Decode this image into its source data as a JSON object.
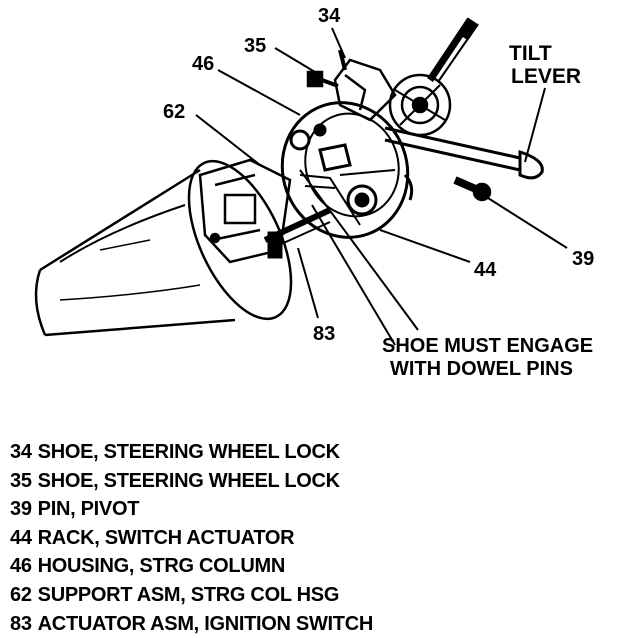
{
  "callouts": {
    "c34": "34",
    "c35": "35",
    "c46": "46",
    "c62": "62",
    "c83": "83",
    "c44": "44",
    "c39": "39"
  },
  "notes": {
    "tilt_line1": "TILT",
    "tilt_line2": "LEVER",
    "shoe_line1": "SHOE MUST ENGAGE",
    "shoe_line2": "WITH DOWEL PINS"
  },
  "legend": [
    {
      "number": "34",
      "label": "SHOE, STEERING WHEEL LOCK"
    },
    {
      "number": "35",
      "label": "SHOE, STEERING WHEEL LOCK"
    },
    {
      "number": "39",
      "label": "PIN, PIVOT"
    },
    {
      "number": "44",
      "label": "RACK, SWITCH ACTUATOR"
    },
    {
      "number": "46",
      "label": "HOUSING, STRG COLUMN"
    },
    {
      "number": "62",
      "label": "SUPPORT ASM, STRG COL HSG"
    },
    {
      "number": "83",
      "label": "ACTUATOR ASM, IGNITION SWITCH"
    }
  ]
}
